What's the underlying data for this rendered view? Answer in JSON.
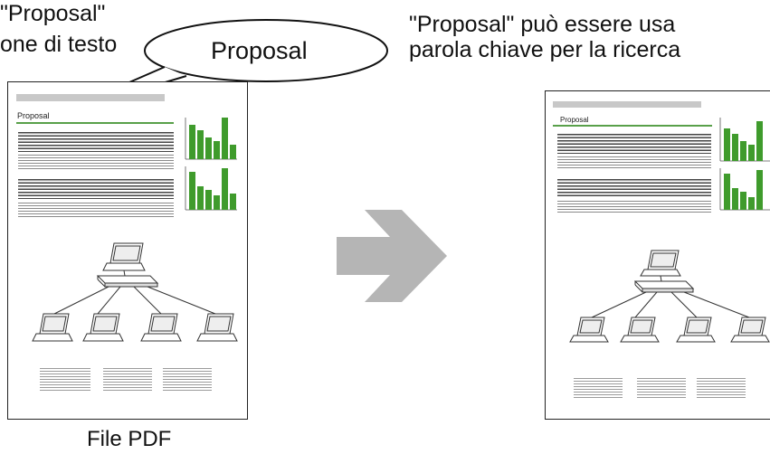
{
  "left_caption": {
    "line1": "\"Proposal\"",
    "line2": "one di testo"
  },
  "right_caption": {
    "line1": "\"Proposal\" può essere usa",
    "line2": "parola chiave per la ricerca"
  },
  "bubble": {
    "text": "Proposal"
  },
  "left_page": {
    "heading": "Proposal"
  },
  "right_page": {
    "heading": "Proposal"
  },
  "bottom_caption": "File PDF",
  "colors": {
    "bar_green": "#3f9b2c",
    "arrow": "#b5b5b5",
    "rule": "#59a04a"
  },
  "icons": [
    "speech-bubble",
    "arrow-right-icon",
    "network-switch-icon",
    "laptop-icon"
  ]
}
